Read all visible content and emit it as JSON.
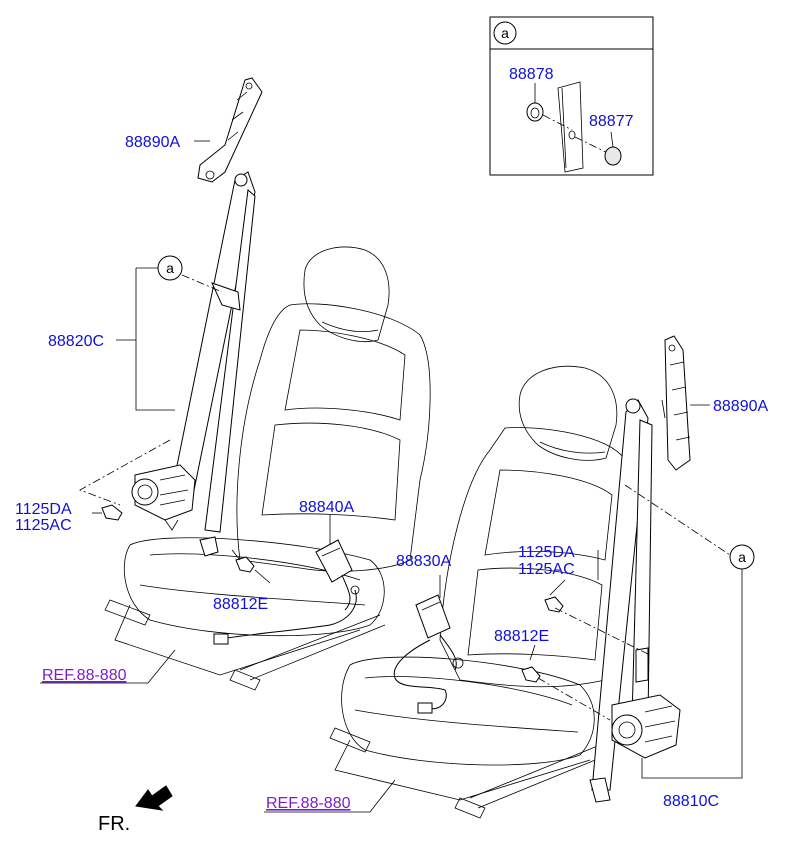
{
  "labels": {
    "anchor_left": "88890A",
    "anchor_right": "88890A",
    "belt_left": "88820C",
    "belt_right": "88810C",
    "bolt_left_1": "1125DA",
    "bolt_left_2": "1125AC",
    "bolt_right_1": "1125DA",
    "bolt_right_2": "1125AC",
    "buckle_left": "88840A",
    "buckle_right": "88830A",
    "bolt_buckle_left": "88812E",
    "bolt_buckle_right": "88812E",
    "detail_cap": "88878",
    "detail_plug": "88877"
  },
  "detail": {
    "marker": "a"
  },
  "markers": {
    "left": "a",
    "right": "a"
  },
  "refs": {
    "left": "REF.88-880",
    "right": "REF.88-880"
  },
  "direction": {
    "label": "FR."
  }
}
